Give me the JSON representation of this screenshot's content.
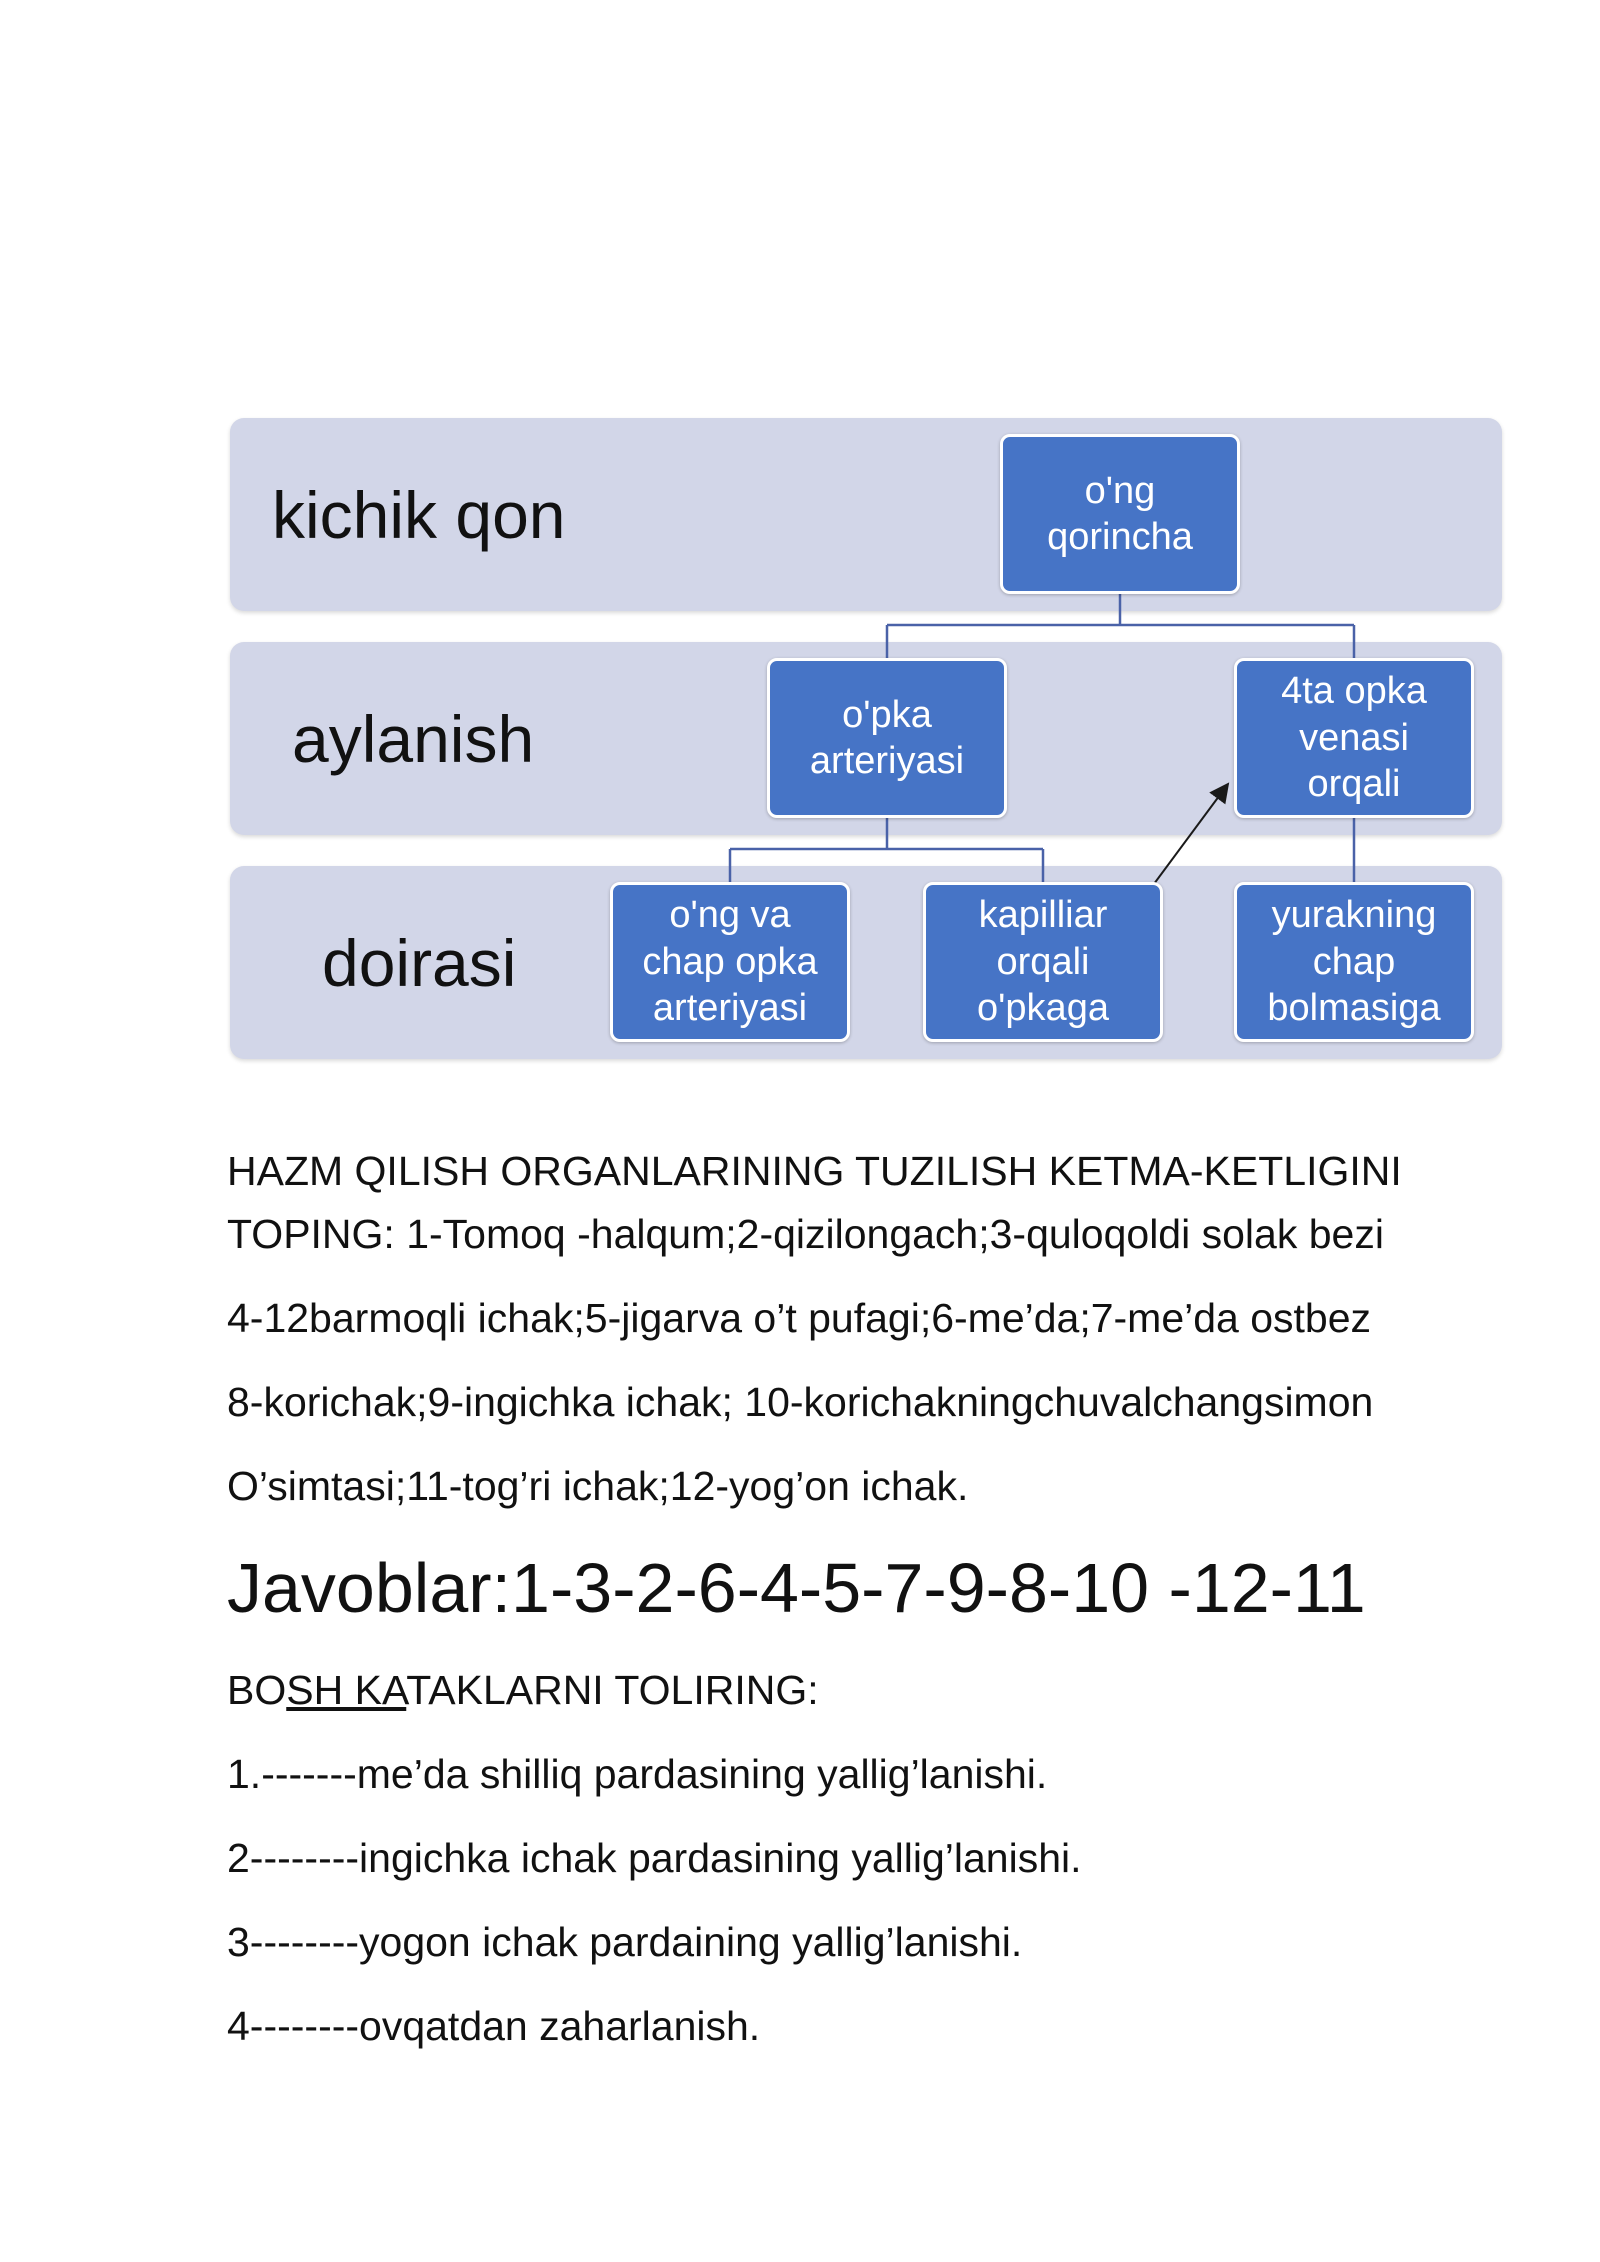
{
  "diagram": {
    "bands": [
      {
        "label": "kichik qon"
      },
      {
        "label": "aylanish"
      },
      {
        "label": "doirasi"
      }
    ],
    "boxes": {
      "ong_qorincha": [
        "o'ng",
        "qorincha"
      ],
      "opka_arteriyasi": [
        "o'pka",
        "arteriyasi"
      ],
      "opka_venasi": [
        "4ta opka",
        "venasi",
        "orqali"
      ],
      "ong_chap_opka": [
        "o'ng va",
        "chap opka",
        "arteriyasi"
      ],
      "kapilliar": [
        "kapilliar",
        "orqali",
        "o'pkaga"
      ],
      "yurakning_chap": [
        "yurakning",
        "chap",
        "bolmasiga"
      ]
    },
    "colors": {
      "band": "#d2d6e8",
      "box": "#4674c6",
      "connector": "#4a62a8"
    }
  },
  "text": {
    "para1_line1": "HAZM QILISH ORGANLARINING TUZILISH KETMA-KETLIGINI",
    "para1_line2": "TOPING: 1-Tomoq -halqum;2-qizilongach;3-quloqoldi solak bezi",
    "para1_line3": "4-12barmoqli ichak;5-jigarva o’t pufagi;6-me’da;7-me’da ostbez",
    "para1_line4": "8-korichak;9-ingichka ichak; 10-korichakningchuvalchangsimon",
    "para1_line5": "O’simtasi;11-tog’ri ichak;12-yog’on ichak.",
    "answers": "Javoblar:1-3-2-6-4-5-7-9-8-10 -12-11",
    "heading2_a": "BO",
    "heading2_b": "SH KA",
    "heading2_c": "TAKLARNI TOLIRING:",
    "item1": "1.-------me’da shilliq pardasining yallig’lanishi.",
    "item2": "2--------ingichka ichak pardasining yallig’lanishi.",
    "item3": "3--------yogon ichak pardaining yallig’lanishi.",
    "item4": "4--------ovqatdan zaharlanish."
  }
}
